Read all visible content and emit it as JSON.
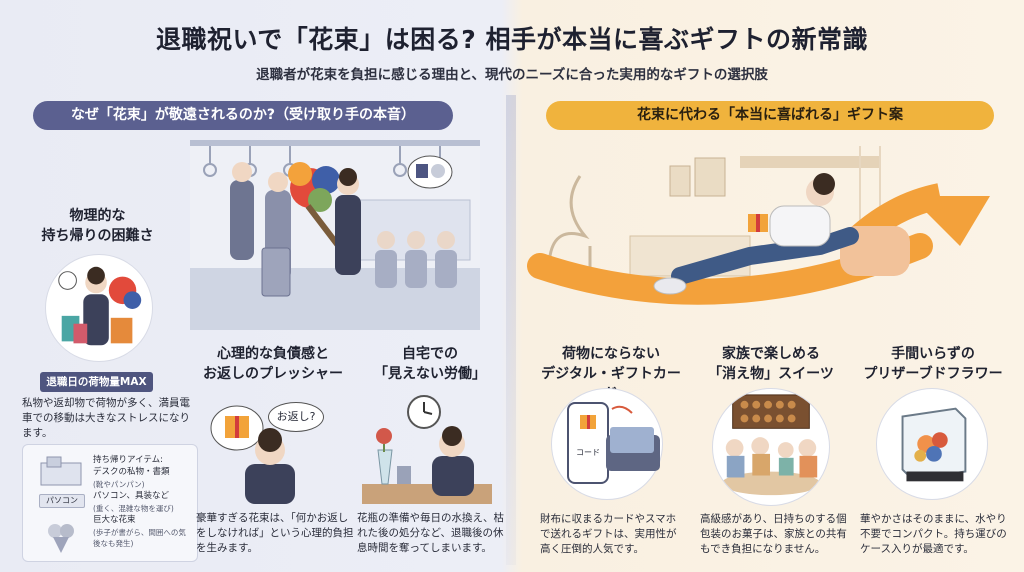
{
  "header": {
    "title": "退職祝いで「花束」は困る? 相手が本当に喜ぶギフトの新常識",
    "subtitle": "退職者が花束を負担に感じる理由と、現代のニーズに合った実用的なギフトの選択肢"
  },
  "left_section": {
    "label": "なぜ「花束」が敬遠されるのか?（受け取り手の本音）",
    "physical": {
      "heading_line1": "物理的な",
      "heading_line2": "持ち帰りの困難さ",
      "tag": "退職日の荷物量MAX",
      "text": "私物や返却物で荷物が多く、満員電車での移動は大きなストレスになります。",
      "items_title": "持ち帰りアイテム:",
      "items": [
        {
          "name": "デスクの私物・書類",
          "note": "(靴やパンパン)"
        },
        {
          "name": "パソコン、具装など",
          "note": "(重く、混雑な物を運び)"
        },
        {
          "name": "巨大な花束",
          "note": "(歩子が書がら、間囲への気後なも発生)"
        }
      ],
      "pc_label": "パソコン"
    },
    "psychological": {
      "heading_line1": "心理的な負債感と",
      "heading_line2": "お返しのプレッシャー",
      "bubble": "お返し?",
      "text": "豪華すぎる花束は、「何かお返しをしなければ」という心理的負担を生みます。"
    },
    "home_labor": {
      "heading_line1": "自宅での",
      "heading_line2": "「見えない労働」",
      "text": "花瓶の準備や毎日の水換え、枯れた後の処分など、退職後の休息時間を奪ってしまいます。"
    }
  },
  "right_section": {
    "label": "花束に代わる「本当に喜ばれる」ギフト案",
    "gifts": [
      {
        "heading_line1": "荷物にならない",
        "heading_line2": "デジタル・ギフトカード",
        "card_label": "コード",
        "text": "財布に収まるカードやスマホで送れるギフトは、実用性が高く圧倒的人気です。"
      },
      {
        "heading_line1": "家族で楽しめる",
        "heading_line2": "「消え物」スイーツ",
        "text": "高級感があり、日持ちのする個包装のお菓子は、家族との共有もでき負担になりません。"
      },
      {
        "heading_line1": "手間いらずの",
        "heading_line2": "プリザーブドフラワー",
        "text": "華やかさはそのままに、水やり不要でコンパクト。持ち運びのケース入りが最適です。"
      }
    ]
  },
  "colors": {
    "left_accent": "#5b6090",
    "right_accent": "#f0b33d",
    "arrow": "#f3a13b"
  }
}
